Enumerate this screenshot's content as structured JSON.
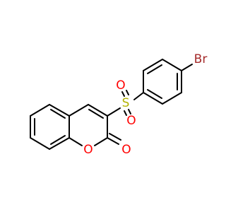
{
  "molecule": {
    "atoms": {
      "sulfur": {
        "symbol": "S",
        "color": "#b2b200"
      },
      "sulfonyl_oxygen_top": {
        "symbol": "O",
        "color": "#ff0000"
      },
      "sulfonyl_oxygen_bottom": {
        "symbol": "O",
        "color": "#ff0000"
      },
      "bromine": {
        "symbol": "Br",
        "color": "#a52a2a"
      },
      "ring_oxygen": {
        "symbol": "O",
        "color": "#ff0000"
      },
      "carbonyl_oxygen": {
        "symbol": "O",
        "color": "#ff0000"
      }
    },
    "bond_color": "#000000"
  }
}
